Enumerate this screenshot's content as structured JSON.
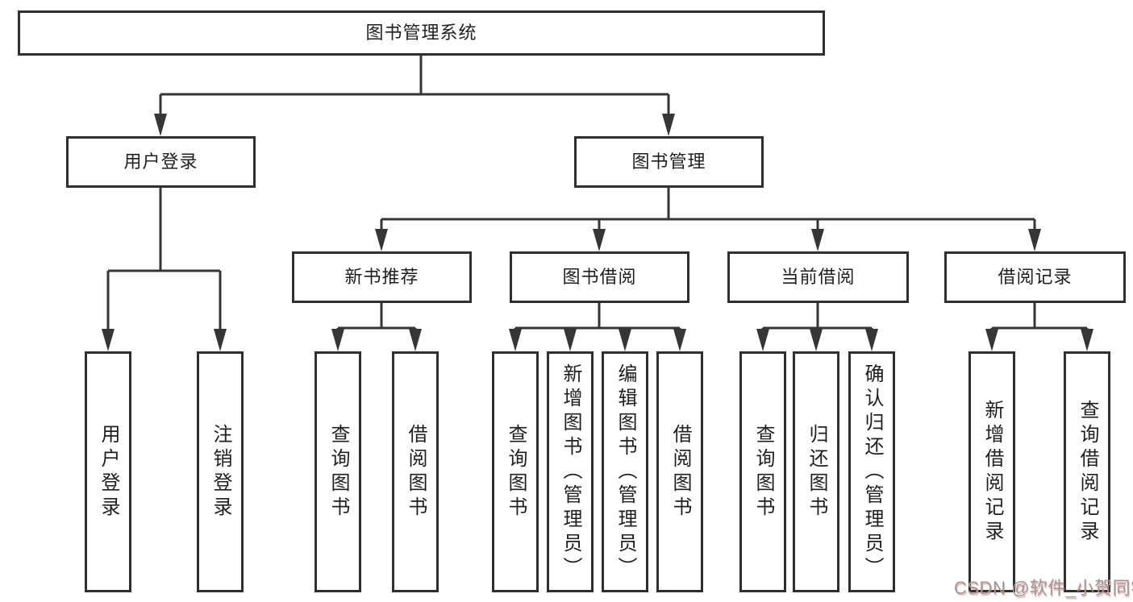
{
  "diagram": {
    "root": {
      "label": "图书管理系统"
    },
    "level1": {
      "user_login": {
        "label": "用户登录"
      },
      "book_management": {
        "label": "图书管理"
      }
    },
    "level2": {
      "new_book_recommend": {
        "label": "新书推荐"
      },
      "book_borrow": {
        "label": "图书借阅"
      },
      "current_borrow": {
        "label": "当前借阅"
      },
      "borrow_records": {
        "label": "借阅记录"
      }
    },
    "leaves": {
      "user": [
        "用户登录",
        "注销登录"
      ],
      "new_rec": [
        "查询图书",
        "借阅图书"
      ],
      "borrow": [
        "查询图书",
        "新增图书（管理员）",
        "编辑图书（管理员）",
        "借阅图书"
      ],
      "current": [
        "查询图书",
        "归还图书",
        "确认归还（管理员）"
      ],
      "records": [
        "新增借阅记录",
        "查询借阅记录"
      ]
    }
  },
  "watermark": {
    "text": "CSDN @软件_小贺同学"
  },
  "colors": {
    "line": "#363636",
    "border": "#2f2f2f",
    "text": "#1f1f1f",
    "background": "#ffffff",
    "watermark_gray": "#9a9a9a",
    "watermark_accent": "#d9534f"
  }
}
